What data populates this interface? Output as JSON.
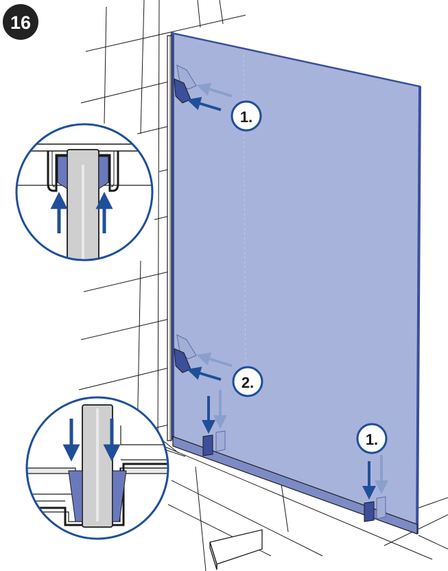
{
  "step_number": "16",
  "callouts": {
    "top": "1.",
    "middle": "2.",
    "bottom_right": "1."
  },
  "colors": {
    "glass": "#a8b3dc",
    "glass_edge": "#3b4f9a",
    "arrow_dark": "#1f4f99",
    "arrow_light": "#8aa0cc",
    "clip_dark": "#3d4e9a",
    "clip_light": "#a3aed6",
    "badge": "#222222",
    "line": "#1a1a1a"
  }
}
